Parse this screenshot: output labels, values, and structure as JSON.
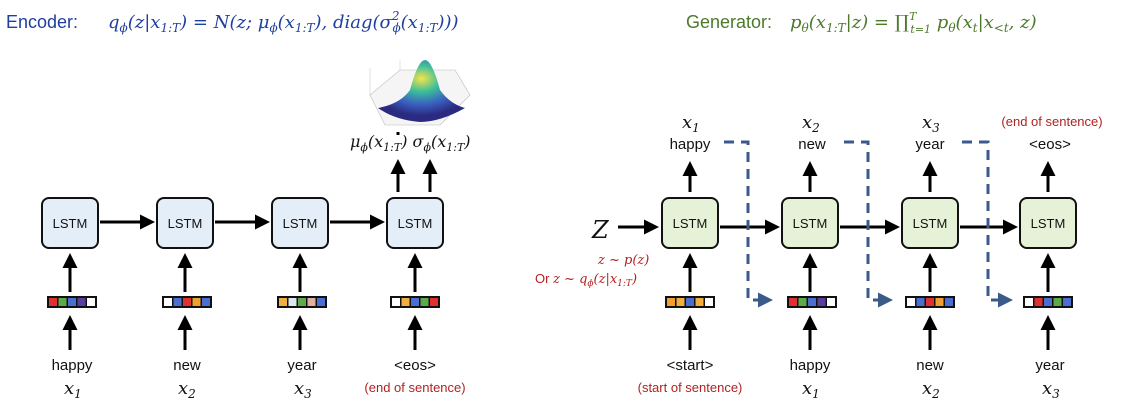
{
  "encoder": {
    "title_label": "Encoder: ",
    "title_formula": "q_ϕ(z|x_{1:T}) = N(z; μ_ϕ(x_{1:T}), diag(σ²_ϕ(x_{1:T})))",
    "cell_label": "LSTM",
    "mu_label": "μ_ϕ(x_{1:T})",
    "sigma_label": "σ_ϕ(x_{1:T})",
    "inputs": [
      {
        "word": "happy",
        "var": "x",
        "sub": "1",
        "embed": [
          "#e03030",
          "#5cab4a",
          "#4a6fd0",
          "#5a3fa0",
          "#ffffff"
        ]
      },
      {
        "word": "new",
        "var": "x",
        "sub": "2",
        "embed": [
          "#ffffff",
          "#4a6fd0",
          "#e03030",
          "#f0a030",
          "#4a6fd0"
        ]
      },
      {
        "word": "year",
        "var": "x",
        "sub": "3",
        "embed": [
          "#f0b040",
          "#dde6f0",
          "#5cab4a",
          "#e0b0a0",
          "#4a6fd0"
        ]
      },
      {
        "word": "<eos>",
        "var": "",
        "sub": "",
        "embed": [
          "#ffffff",
          "#f0b040",
          "#4a6fd0",
          "#5cab4a",
          "#e03030"
        ],
        "note": "(end of sentence)"
      }
    ]
  },
  "generator": {
    "title_label": "Generator: ",
    "title_formula": "p_θ(x_{1:T}|z) = ∏_{t=1}^{T} p_θ(x_t|x_{<t}, z)",
    "cell_label": "LSTM",
    "z_label": "Z",
    "z_prior": "z ~ p(z)",
    "z_posterior": "Or z ~ q_ϕ(z|x_{1:T})",
    "inputs": [
      {
        "word": "<start>",
        "var": "",
        "sub": "",
        "note": "(start of sentence)",
        "embed": [
          "#f0a030",
          "#f0b040",
          "#4a6fd0",
          "#f0b040",
          "#ffffff"
        ]
      },
      {
        "word": "happy",
        "var": "x",
        "sub": "1",
        "embed": [
          "#e03030",
          "#5cab4a",
          "#4a6fd0",
          "#5a3fa0",
          "#ffffff"
        ]
      },
      {
        "word": "new",
        "var": "x",
        "sub": "2",
        "embed": [
          "#ffffff",
          "#4a6fd0",
          "#e03030",
          "#f0a030",
          "#4a6fd0"
        ]
      },
      {
        "word": "year",
        "var": "x",
        "sub": "3",
        "embed": [
          "#ffffff",
          "#e03030",
          "#4a6fd0",
          "#5cab4a",
          "#4a6fd0"
        ]
      }
    ],
    "outputs": [
      {
        "var": "x",
        "sub": "1",
        "word": "happy"
      },
      {
        "var": "x",
        "sub": "2",
        "word": "new"
      },
      {
        "var": "x",
        "sub": "3",
        "word": "year"
      },
      {
        "var": "",
        "sub": "",
        "word": "<eos>",
        "note": "(end of sentence)"
      }
    ]
  },
  "colors": {
    "encoder_title": "#1f3f9f",
    "generator_title": "#4a7a2a",
    "encoder_cell_fill": "#e4eef8",
    "generator_cell_fill": "#e6f2d8",
    "note_red": "#b22222",
    "dashed_arrow": "#3a5a8a"
  }
}
